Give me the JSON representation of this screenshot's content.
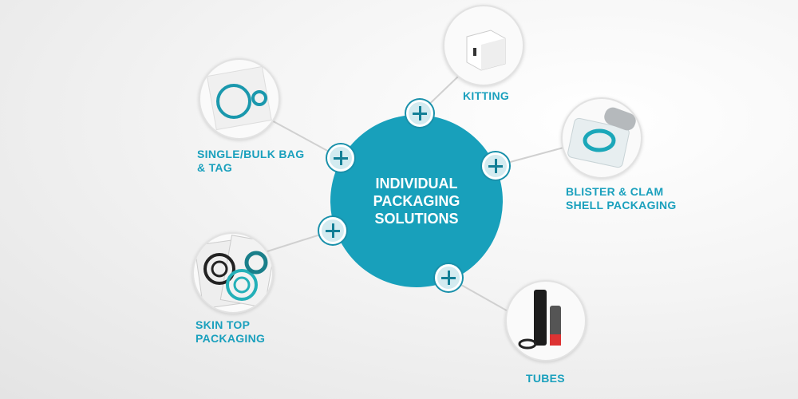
{
  "hub": {
    "lines": [
      "INDIVIDUAL",
      "PACKAGING",
      "SOLUTIONS"
    ]
  },
  "items": [
    {
      "label_lines": [
        "KITTING"
      ]
    },
    {
      "label_lines": [
        "SINGLE/BULK BAG",
        "& TAG"
      ]
    },
    {
      "label_lines": [
        "BLISTER & CLAM",
        "SHELL PACKAGING"
      ]
    },
    {
      "label_lines": [
        "SKIN TOP",
        "PACKAGING"
      ]
    },
    {
      "label_lines": [
        "TUBES"
      ]
    }
  ],
  "colors": {
    "accent": "#18a0bb",
    "label": "#1aa0bd"
  }
}
